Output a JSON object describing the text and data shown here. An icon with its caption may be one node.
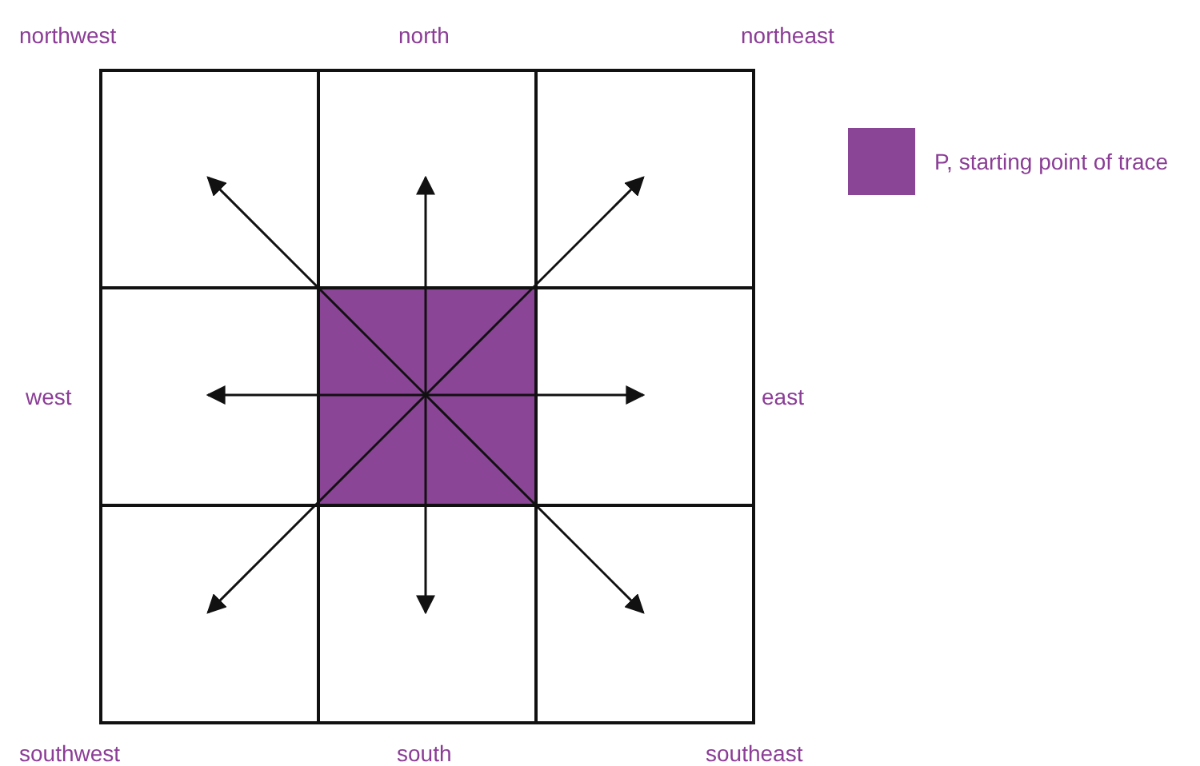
{
  "diagram": {
    "nodes": [
      {
        "text": [],
        "shape": "box",
        "beside": [
          "northwest"
        ]
      },
      {
        "text": [],
        "shape": "box",
        "beside": [
          "north"
        ]
      },
      {
        "text": [],
        "shape": "box",
        "beside": [
          "northeast"
        ]
      },
      {
        "text": [],
        "shape": "box",
        "beside": [
          "west"
        ]
      },
      {
        "text": [],
        "shape": "box"
      },
      {
        "text": [],
        "shape": "box",
        "beside": [
          "east"
        ]
      },
      {
        "text": [],
        "shape": "box",
        "beside": [
          "southwest"
        ]
      },
      {
        "text": [],
        "shape": "box",
        "beside": [
          "south"
        ]
      },
      {
        "text": [],
        "shape": "box",
        "beside": [
          "southeast"
        ]
      }
    ],
    "edges": [
      {
        "from": 4,
        "to": 0,
        "arrow": "to"
      },
      {
        "from": 4,
        "to": 1,
        "arrow": "to"
      },
      {
        "from": 4,
        "to": 2,
        "arrow": "to"
      },
      {
        "from": 4,
        "to": 3,
        "arrow": "to"
      },
      {
        "from": 4,
        "to": 5,
        "arrow": "to"
      },
      {
        "from": 4,
        "to": 6,
        "arrow": "to"
      },
      {
        "from": 4,
        "to": 7,
        "arrow": "to"
      },
      {
        "from": 4,
        "to": 8,
        "arrow": "to"
      }
    ],
    "legend": [
      {
        "text": "P, starting point of trace",
        "color": "#8b4597"
      }
    ]
  }
}
